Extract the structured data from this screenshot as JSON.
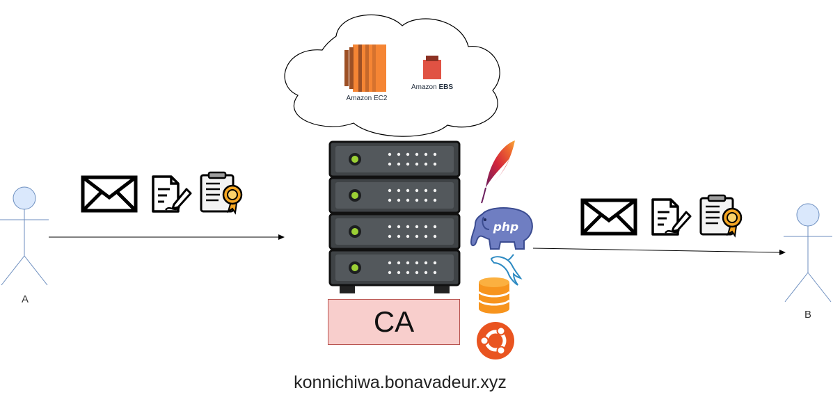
{
  "cloud": {
    "services": [
      {
        "name": "Amazon EC2",
        "icon": "ec2-icon",
        "color": "#F58534"
      },
      {
        "name": "Amazon EBS",
        "name_prefix": "Amazon",
        "name_suffix": "EBS",
        "icon": "ebs-icon",
        "color": "#E05243"
      }
    ]
  },
  "actors": {
    "sender": {
      "label": "A",
      "icon": "stick-figure-icon"
    },
    "receiver": {
      "label": "B",
      "icon": "stick-figure-icon"
    }
  },
  "server": {
    "label": "CA",
    "hostname": "konnichiwa.bonavadeur.xyz",
    "stack_icons": [
      "apache-feather-icon",
      "php-elephant-icon",
      "mysql-dolphin-icon",
      "database-icon",
      "ubuntu-icon"
    ]
  },
  "messages": {
    "icons": [
      "envelope-icon",
      "signed-document-icon",
      "certificate-icon"
    ]
  },
  "colors": {
    "actor_fill": "#dae8fc",
    "actor_stroke": "#6c8ebf",
    "ca_fill": "#f8cecc",
    "ca_stroke": "#b85450",
    "server_body": "#3f4346",
    "led": "#9bd035"
  }
}
